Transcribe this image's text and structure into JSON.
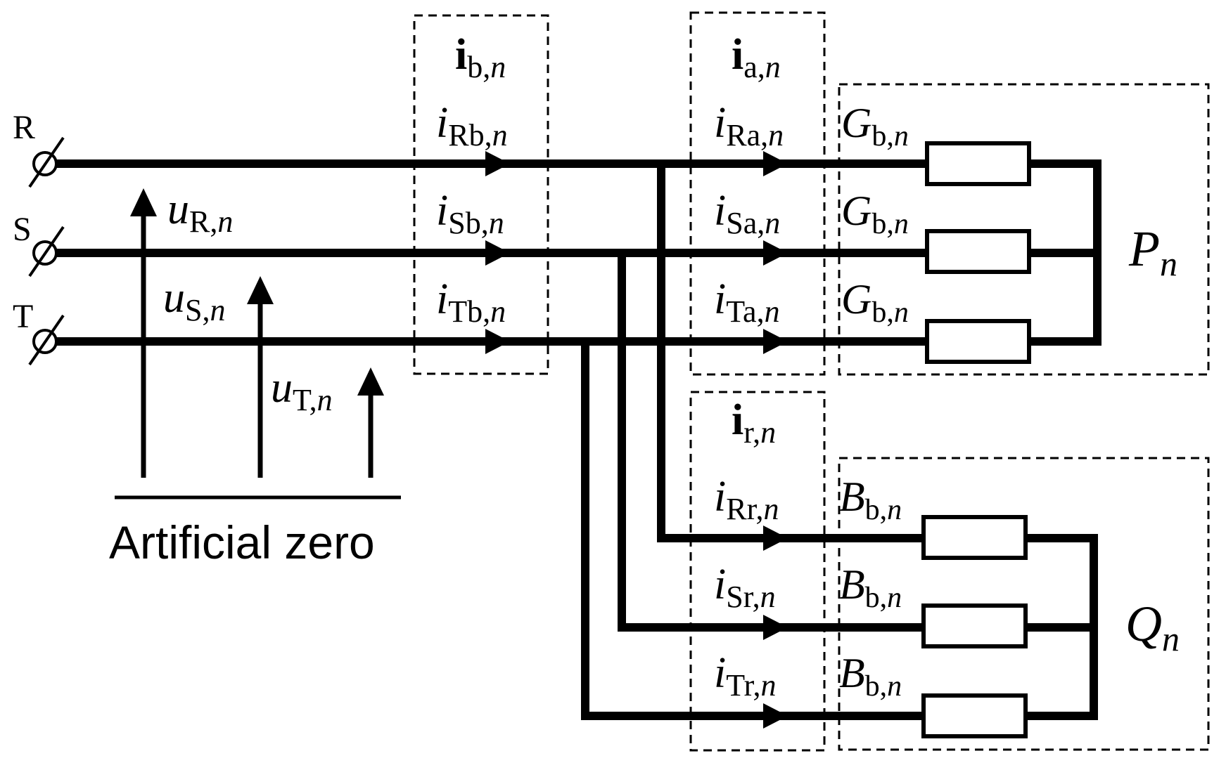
{
  "phases": {
    "R": "R",
    "S": "S",
    "T": "T"
  },
  "voltages": {
    "uR": {
      "sym": "u",
      "sub": "R,",
      "n": "n"
    },
    "uS": {
      "sym": "u",
      "sub": "S,",
      "n": "n"
    },
    "uT": {
      "sym": "u",
      "sub": "T,",
      "n": "n"
    }
  },
  "reference_label": "Artificial zero",
  "groups": {
    "ib": {
      "sym": "i",
      "sub": "b,",
      "n": "n"
    },
    "ia": {
      "sym": "i",
      "sub": "a,",
      "n": "n"
    },
    "ir": {
      "sym": "i",
      "sub": "r,",
      "n": "n"
    }
  },
  "currents": {
    "iRb": {
      "sym": "i",
      "sub": "Rb,",
      "n": "n"
    },
    "iSb": {
      "sym": "i",
      "sub": "Sb,",
      "n": "n"
    },
    "iTb": {
      "sym": "i",
      "sub": "Tb,",
      "n": "n"
    },
    "iRa": {
      "sym": "i",
      "sub": "Ra,",
      "n": "n"
    },
    "iSa": {
      "sym": "i",
      "sub": "Sa,",
      "n": "n"
    },
    "iTa": {
      "sym": "i",
      "sub": "Ta,",
      "n": "n"
    },
    "iRr": {
      "sym": "i",
      "sub": "Rr,",
      "n": "n"
    },
    "iSr": {
      "sym": "i",
      "sub": "Sr,",
      "n": "n"
    },
    "iTr": {
      "sym": "i",
      "sub": "Tr,",
      "n": "n"
    }
  },
  "conductances": [
    {
      "sym": "G",
      "sub": "b,",
      "n": "n"
    },
    {
      "sym": "G",
      "sub": "b,",
      "n": "n"
    },
    {
      "sym": "G",
      "sub": "b,",
      "n": "n"
    }
  ],
  "susceptances": [
    {
      "sym": "B",
      "sub": "b,",
      "n": "n"
    },
    {
      "sym": "B",
      "sub": "b,",
      "n": "n"
    },
    {
      "sym": "B",
      "sub": "b,",
      "n": "n"
    }
  ],
  "power": {
    "P": {
      "sym": "P",
      "n": "n"
    },
    "Q": {
      "sym": "Q",
      "n": "n"
    }
  }
}
